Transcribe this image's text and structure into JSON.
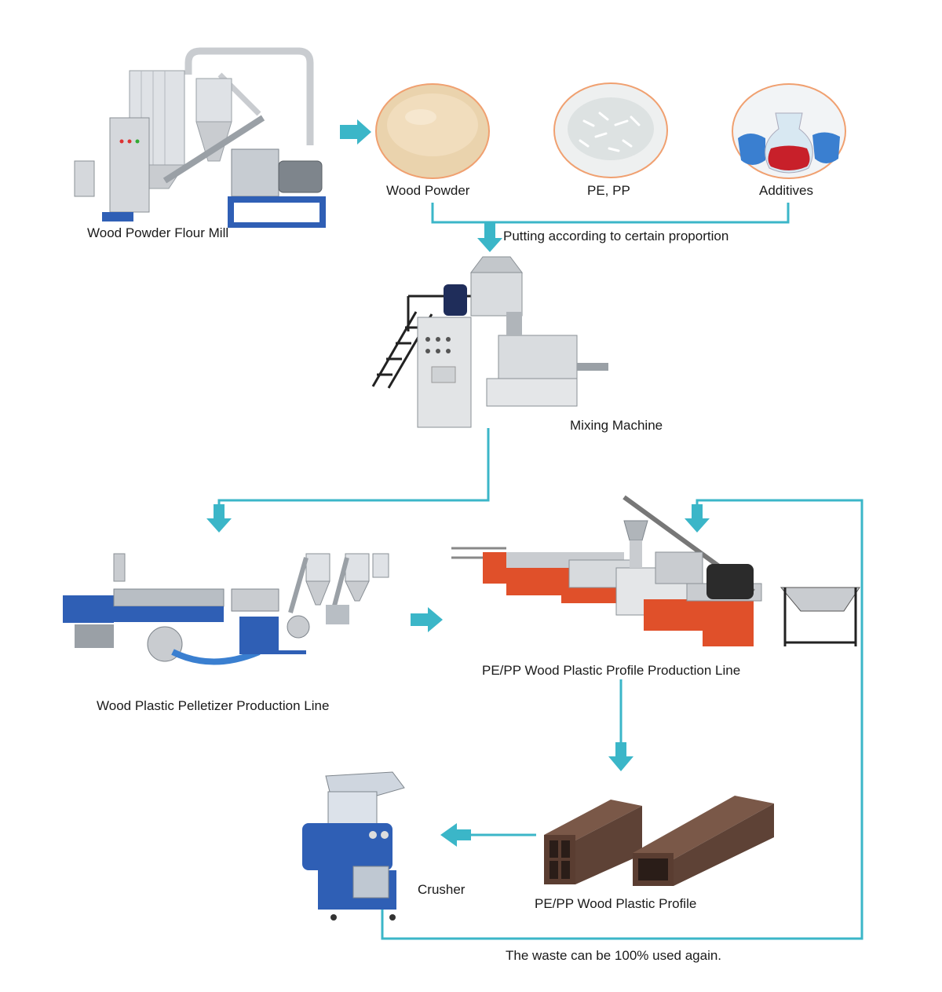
{
  "colors": {
    "flow": "#3bb6c8",
    "machine_blue": "#2f5fb5",
    "machine_grey": "#c9ccd0",
    "machine_orange": "#e0502a",
    "wood_powder": "#e8cfa8",
    "circle_border": "#f0a070",
    "profile_brown": "#6b4a3a"
  },
  "icons": {
    "flour_mill": "wood-powder-flour-mill-machine",
    "wood_powder": "wood-powder-pile",
    "pe_pp": "plastic-granules-pile",
    "additives": "chemical-flasks",
    "mixer": "mixing-machine",
    "pelletizer": "pelletizer-production-line",
    "profile_line": "profile-extrusion-line",
    "profiles": "wood-plastic-profiles",
    "crusher": "crusher-machine"
  },
  "labels": {
    "flour_mill": "Wood Powder Flour Mill",
    "wood_powder": "Wood Powder",
    "pe_pp": "PE, PP",
    "additives": "Additives",
    "proportion": "Putting according to certain proportion",
    "mixing": "Mixing Machine",
    "pelletizer": "Wood Plastic Pelletizer Production Line",
    "profile_line": "PE/PP Wood Plastic Profile Production Line",
    "crusher": "Crusher",
    "profile": "PE/PP Wood Plastic Profile",
    "waste": "The waste can be 100% used again."
  }
}
